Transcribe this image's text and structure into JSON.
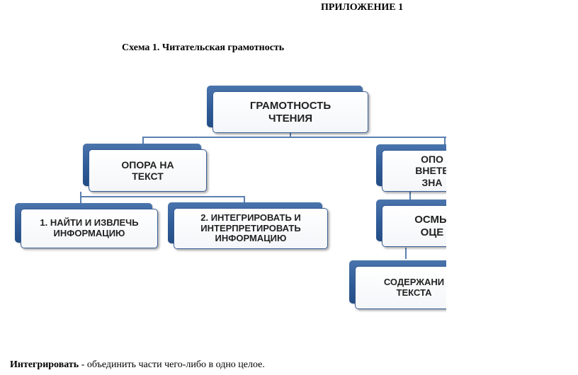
{
  "header": {
    "appendix_title": "ПРИЛОЖЕНИЕ 1",
    "scheme_caption": "Схема 1. Читательская грамотность"
  },
  "diagram": {
    "colors": {
      "box_back": "#2f5c98",
      "box_border": "#385f96",
      "connector": "#5b7fb0"
    },
    "root": "ГРАМОТНОСТЬ\nЧТЕНИЯ",
    "left_branch": {
      "label": "ОПОРА НА\nТЕКСТ",
      "children": [
        "1. НАЙТИ И ИЗВЛЕЧЬ\nИНФОРМАЦИЮ",
        "2. ИНТЕГРИРОВАТЬ И\nИНТЕРПРЕТИРОВАТЬ\nИНФОРМАЦИЮ"
      ]
    },
    "right_branch": {
      "label": "ОПО\nВНЕТЕ\nЗНА",
      "child": "ОСМЫ\nОЦЕ",
      "grandchild": "СОДЕРЖАНИ\nТЕКСТА"
    }
  },
  "definition": {
    "term": "Интегрировать",
    "text": "  - объединить части чего-либо в одно целое."
  }
}
